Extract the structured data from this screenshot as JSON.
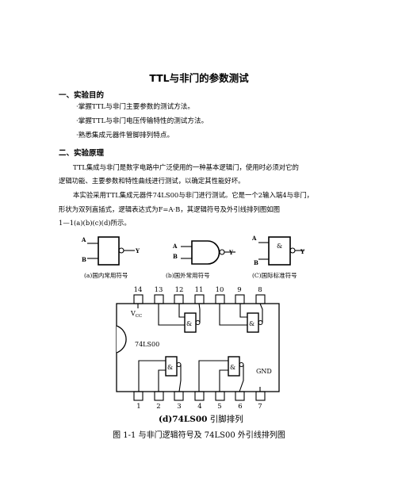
{
  "title": "TTL与非门的参数测试",
  "sections": [
    {
      "heading": "一、实验目的",
      "bullets": [
        "·掌握TTL与非门主要参数的测试方法。",
        "·掌握TTL与非门电压传输特性的测试方法。",
        "·熟悉集成元器件管脚排列特点。"
      ]
    },
    {
      "heading": "二、实验原理",
      "paragraphs": [
        "TTL集成与非门是数字电路中广泛使用的一种基本逻辑门，使用时必须对它的",
        "逻辑功能、主要参数和特性曲线进行测试，以确定其性能好坏。",
        "本实验采用TTL集成元器件74LS00与非门进行测试。它是一个2输入端4与非门，",
        "形状为双列直插式，逻辑表达式为F=A·B，其逻辑符号及外引线排列图如图",
        "1—1(a)(b)(c)(d)所示。"
      ]
    }
  ],
  "symbols": {
    "input_a": "A",
    "input_b": "B",
    "output_y": "Y",
    "amp": "&",
    "captions": [
      "(a)国内常用符号",
      "(b)国外常用符号",
      "(C)国际标准符号"
    ]
  },
  "chip": {
    "top_pins": [
      "14",
      "13",
      "12",
      "11",
      "10",
      "9",
      "8"
    ],
    "bottom_pins": [
      "1",
      "2",
      "3",
      "4",
      "5",
      "6",
      "7"
    ],
    "vcc_label": "V",
    "vcc_sub": "CC",
    "part_label": "74LS00",
    "gnd_label": "GND",
    "caption_main": "(d)74LS00",
    "caption_rest": " 引脚排列"
  },
  "figure_caption": "图 1-1 与非门逻辑符号及 74LS00 外引线排列图"
}
